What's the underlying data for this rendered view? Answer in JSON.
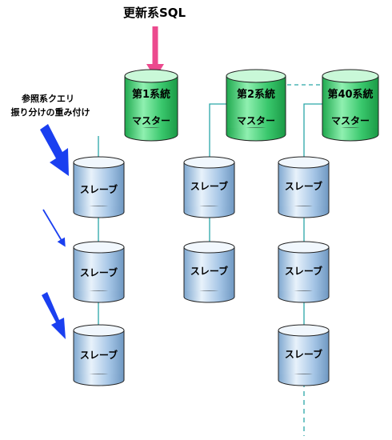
{
  "top_label": "更新系SQL",
  "side_label": {
    "line1": "参照系クエリ",
    "line2": "振り分けの重み付け"
  },
  "masters": [
    {
      "title": "第1系統",
      "role": "マスター"
    },
    {
      "title": "第2系統",
      "role": "マスター"
    },
    {
      "title": "第40系統",
      "role": "マスター"
    }
  ],
  "slave_label": "スレーブ",
  "colors": {
    "master_fill": "#2ec46a",
    "slave_fill": "#8fb8dd",
    "line": "#2aa6a8",
    "top_arrow": "#ec4a8e",
    "weight_arrow": "#1a3ff0"
  }
}
